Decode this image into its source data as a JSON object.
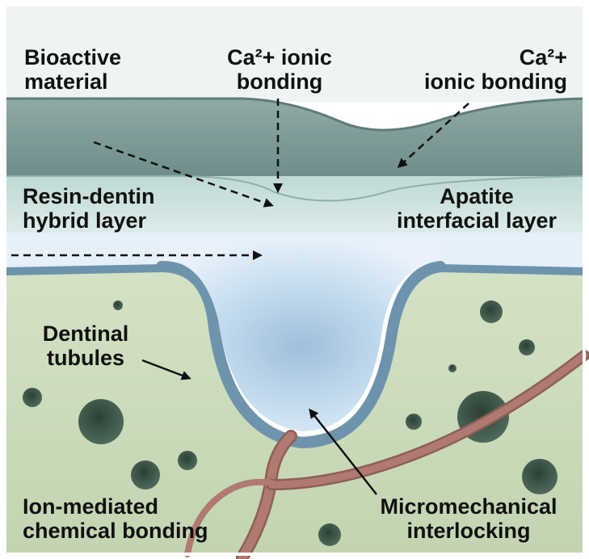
{
  "labels": {
    "bioactive_material": [
      "Bioactive",
      "material"
    ],
    "ca_ionic_center": [
      "Ca²+ ionic",
      "bonding"
    ],
    "ca_ionic_right": [
      "Ca²+",
      "ionic bonding"
    ],
    "resin_dentin": [
      "Resin-dentin",
      "hybrid layer"
    ],
    "apatite": [
      "Apatite",
      "interfacial layer"
    ],
    "dentinal_tubules": [
      "Dentinal",
      "tubules"
    ],
    "ion_mediated": [
      "Ion-mediated",
      "chemical bonding"
    ],
    "micromechanical": [
      "Micromechanical",
      "interlocking"
    ]
  },
  "colors": {
    "top_layer": "#7f9c99",
    "top_layer_dark": "#5f7d7a",
    "hybrid_layer": "#cfe3de",
    "apatite_layer": "#e8f1f8",
    "resin_fill": "#b9d3ea",
    "resin_deep": "#7fa6c6",
    "dentin": "#c8d9b8",
    "tubule": "#3f5a4c",
    "fiber": "#a9706a",
    "arrow": "#111111"
  }
}
